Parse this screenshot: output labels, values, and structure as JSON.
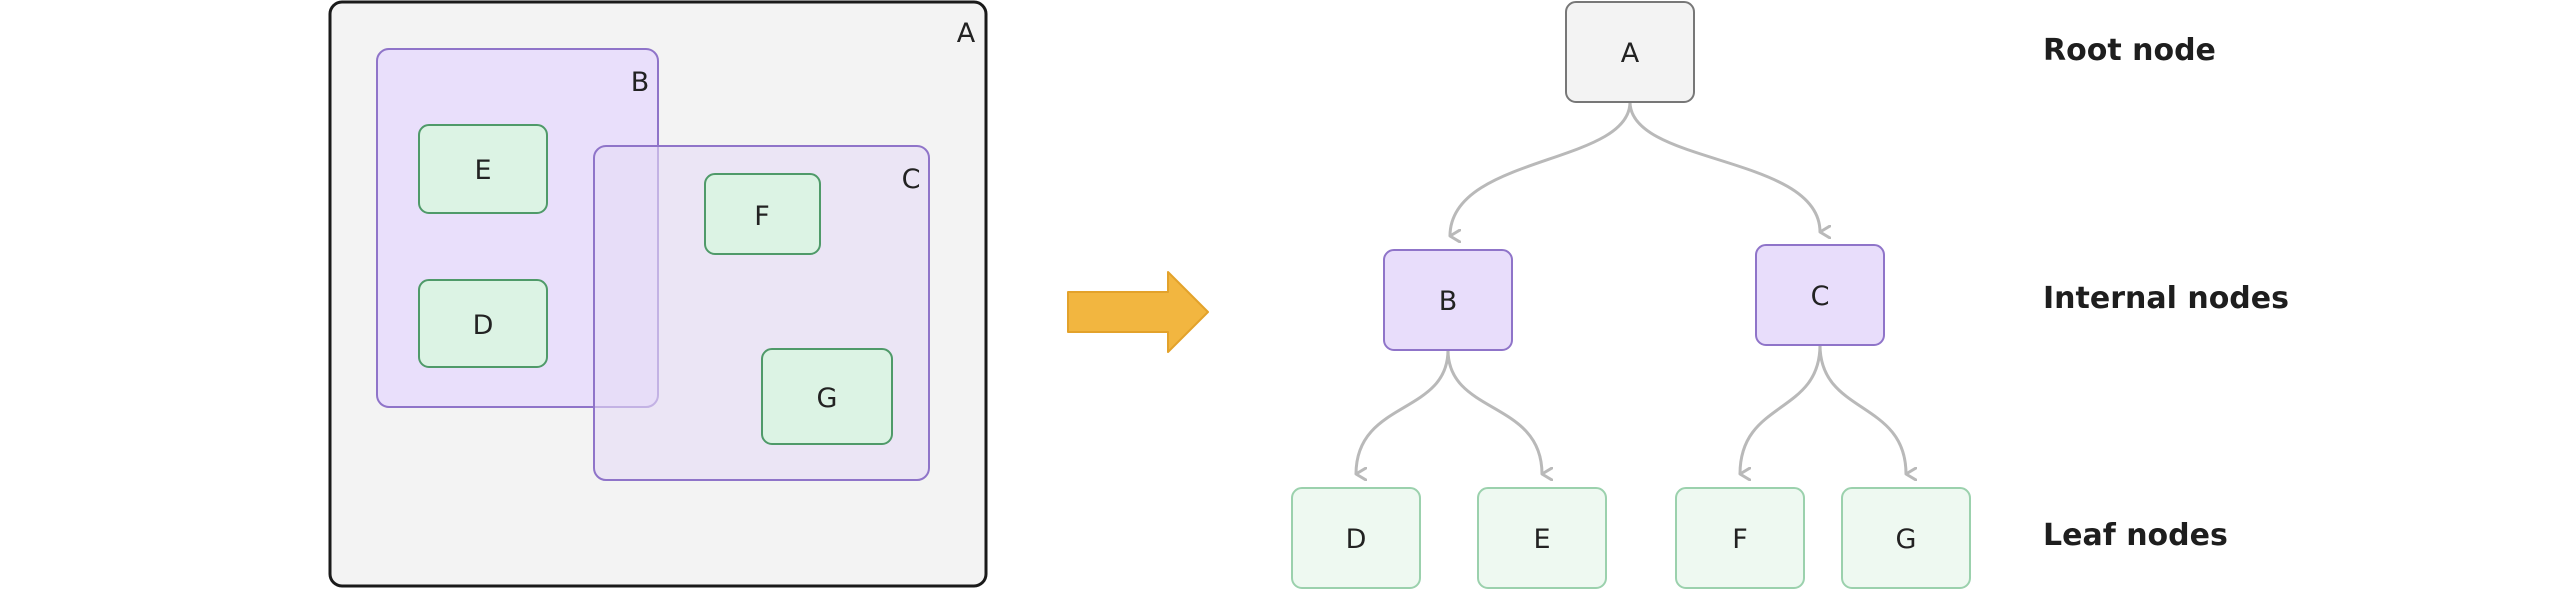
{
  "colors": {
    "outer_fill": "#f3f3f3",
    "outer_stroke": "#1a1a1a",
    "internal_fill": "#e8ddfb",
    "internal_stroke": "#8f74c9",
    "leaf_fill": "#dcf3e4",
    "leaf_stroke": "#4f9a69",
    "tree_leaf_fill": "#eef9f1",
    "tree_leaf_stroke": "#9bd1ad",
    "edge": "#b9b9b9",
    "arrow": "#f2b640",
    "arrow_stroke": "#e3a22b"
  },
  "left": {
    "outer_label": "A",
    "b_label": "B",
    "c_label": "C",
    "e_label": "E",
    "d_label": "D",
    "f_label": "F",
    "g_label": "G"
  },
  "tree": {
    "root": "A",
    "internal_b": "B",
    "internal_c": "C",
    "leaf_d": "D",
    "leaf_e": "E",
    "leaf_f": "F",
    "leaf_g": "G"
  },
  "levels": {
    "root": "Root node",
    "internal": "Internal nodes",
    "leaf": "Leaf nodes"
  }
}
